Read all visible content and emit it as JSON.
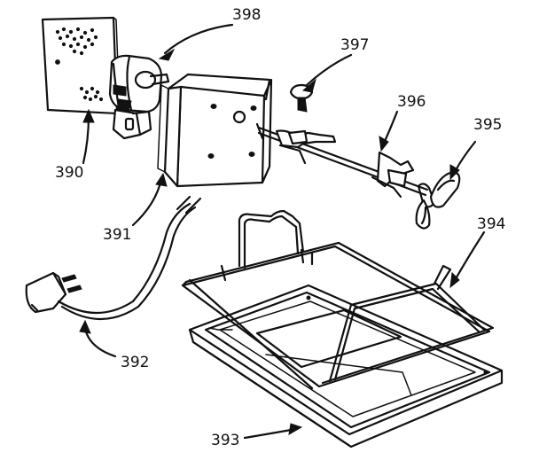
{
  "callouts": [
    {
      "id": "398",
      "text": "398"
    },
    {
      "id": "397",
      "text": "397"
    },
    {
      "id": "396",
      "text": "396"
    },
    {
      "id": "395",
      "text": "395"
    },
    {
      "id": "390",
      "text": "390"
    },
    {
      "id": "391",
      "text": "391"
    },
    {
      "id": "394",
      "text": "394"
    },
    {
      "id": "392",
      "text": "392"
    },
    {
      "id": "393",
      "text": "393"
    }
  ]
}
